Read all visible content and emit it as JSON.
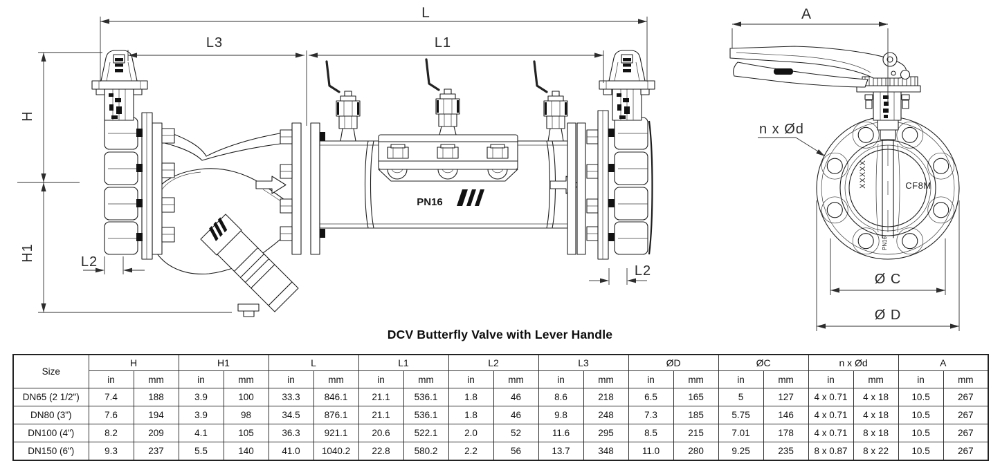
{
  "title": "DCV Butterfly Valve with Lever Handle",
  "drawing": {
    "side_view": {
      "dim_l": "L",
      "dim_l1": "L1",
      "dim_l3": "L3",
      "dim_h": "H",
      "dim_h1": "H1",
      "dim_l2_left": "L2",
      "dim_l2_right": "L2",
      "body_marking": "PN16"
    },
    "front_view": {
      "dim_a": "A",
      "bolt_pattern_label": "n x Ød",
      "dim_c": "Ø C",
      "dim_d": "Ø D",
      "disc_material_marking": "CF8M",
      "disc_size_marking": "XXXXX",
      "flange_rating_marking": "PN16"
    }
  },
  "table": {
    "size_header": "Size",
    "unit_headers": [
      "in",
      "mm"
    ],
    "groups": [
      "H",
      "H1",
      "L",
      "L1",
      "L2",
      "L3",
      "ØD",
      "ØC",
      "n x Ød",
      "A"
    ],
    "rows": [
      {
        "size": "DN65 (2 1/2\")",
        "values": [
          "7.4",
          "188",
          "3.9",
          "100",
          "33.3",
          "846.1",
          "21.1",
          "536.1",
          "1.8",
          "46",
          "8.6",
          "218",
          "6.5",
          "165",
          "5",
          "127",
          "4 x 0.71",
          "4 x 18",
          "10.5",
          "267"
        ]
      },
      {
        "size": "DN80 (3\")",
        "values": [
          "7.6",
          "194",
          "3.9",
          "98",
          "34.5",
          "876.1",
          "21.1",
          "536.1",
          "1.8",
          "46",
          "9.8",
          "248",
          "7.3",
          "185",
          "5.75",
          "146",
          "4 x 0.71",
          "4 x 18",
          "10.5",
          "267"
        ]
      },
      {
        "size": "DN100 (4\")",
        "values": [
          "8.2",
          "209",
          "4.1",
          "105",
          "36.3",
          "921.1",
          "20.6",
          "522.1",
          "2.0",
          "52",
          "11.6",
          "295",
          "8.5",
          "215",
          "7.01",
          "178",
          "4 x 0.71",
          "8 x 18",
          "10.5",
          "267"
        ]
      },
      {
        "size": "DN150 (6\")",
        "values": [
          "9.3",
          "237",
          "5.5",
          "140",
          "41.0",
          "1040.2",
          "22.8",
          "580.2",
          "2.2",
          "56",
          "13.7",
          "348",
          "11.0",
          "280",
          "9.25",
          "235",
          "8 x 0.87",
          "8 x 22",
          "10.5",
          "267"
        ]
      }
    ]
  }
}
